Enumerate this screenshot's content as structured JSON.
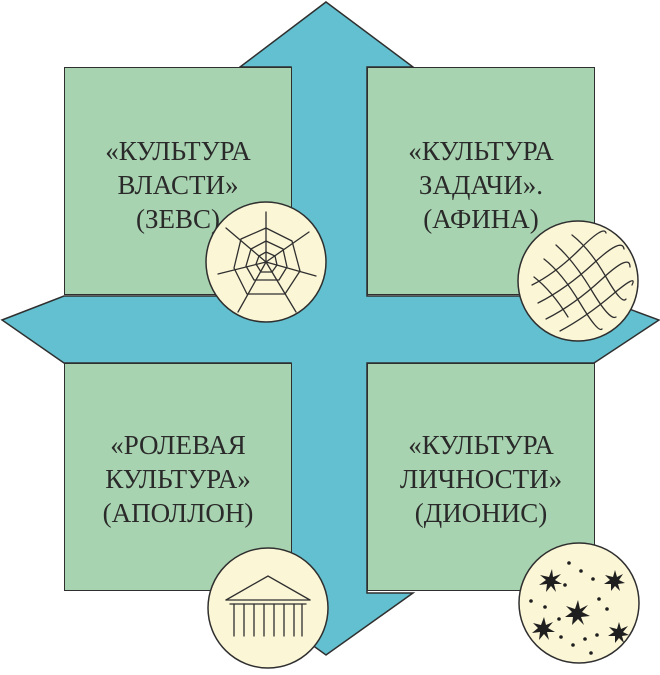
{
  "colors": {
    "background": "#ffffff",
    "cross_fill": "#62c0d0",
    "box_fill": "#a8d3b0",
    "emblem_fill": "#fbf6d6",
    "stroke": "#2f2f2f",
    "text": "#2a2a2a"
  },
  "quadrants": [
    {
      "id": "power",
      "lines": [
        "«КУЛЬТУРА",
        "ВЛАСТИ»",
        "(ЗЕВС)"
      ],
      "icon": "spider-web-icon"
    },
    {
      "id": "task",
      "lines": [
        "«КУЛЬТУРА",
        "ЗАДАЧИ».",
        "(АФИНА)"
      ],
      "icon": "net-grid-icon"
    },
    {
      "id": "role",
      "lines": [
        "«РОЛЕВАЯ",
        "КУЛЬТУРА»",
        "(АПОЛЛОН)"
      ],
      "icon": "greek-temple-icon"
    },
    {
      "id": "person",
      "lines": [
        "«КУЛЬТУРА",
        "ЛИЧНОСТИ»",
        "(ДИОНИС)"
      ],
      "icon": "star-cluster-icon"
    }
  ]
}
